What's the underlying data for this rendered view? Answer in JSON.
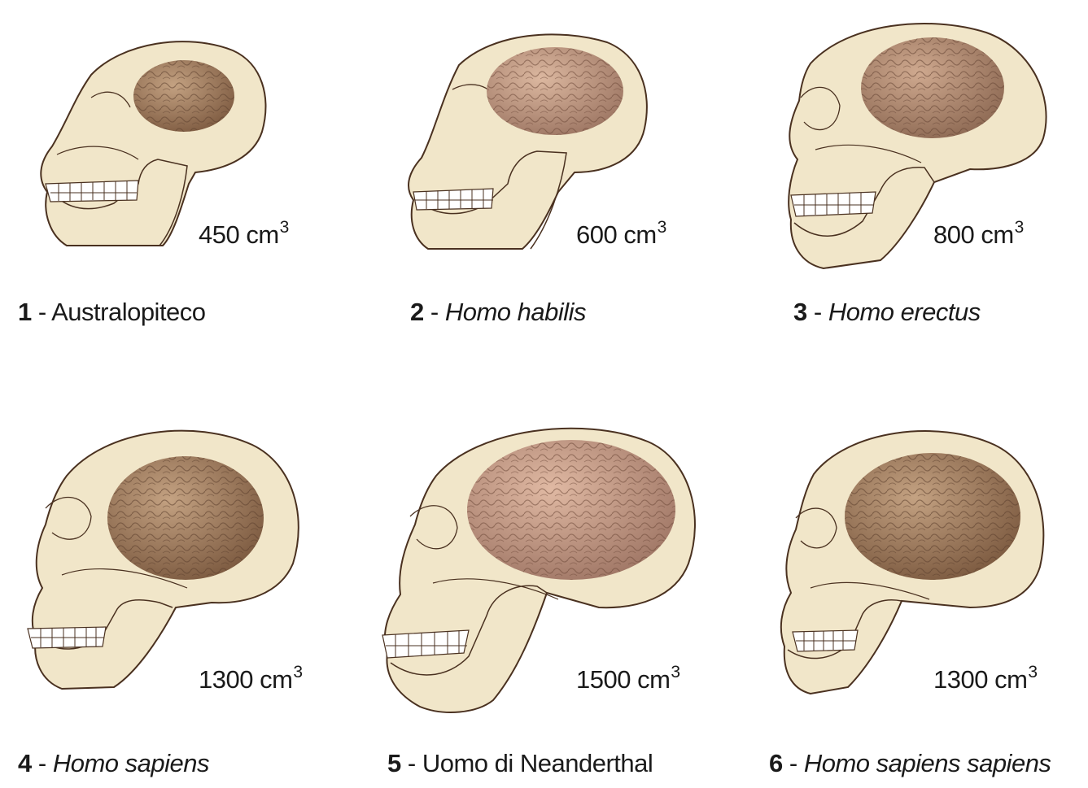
{
  "colors": {
    "bone": "#f1e6c9",
    "bone_outline": "#4a3120",
    "brain_light": "#c9a78c",
    "brain_dark": "#8d6a4f",
    "text": "#1a1a1a"
  },
  "specimens": [
    {
      "number": "1",
      "separator": " - ",
      "name": "Australopiteco",
      "italic": false,
      "volume": "450 cm",
      "unit_exp": "3"
    },
    {
      "number": "2",
      "separator": " - ",
      "name": "Homo habilis",
      "italic": true,
      "volume": "600 cm",
      "unit_exp": "3"
    },
    {
      "number": "3",
      "separator": " - ",
      "name": "Homo erectus",
      "italic": true,
      "volume": "800 cm",
      "unit_exp": "3"
    },
    {
      "number": "4",
      "separator": " - ",
      "name": "Homo sapiens",
      "italic": true,
      "volume": "1300 cm",
      "unit_exp": "3"
    },
    {
      "number": "5",
      "separator": " - ",
      "name": "Uomo di Neanderthal",
      "italic": false,
      "volume": "1500 cm",
      "unit_exp": "3"
    },
    {
      "number": "6",
      "separator": " - ",
      "name": "Homo sapiens sapiens",
      "italic": true,
      "volume": "1300 cm",
      "unit_exp": "3"
    }
  ]
}
